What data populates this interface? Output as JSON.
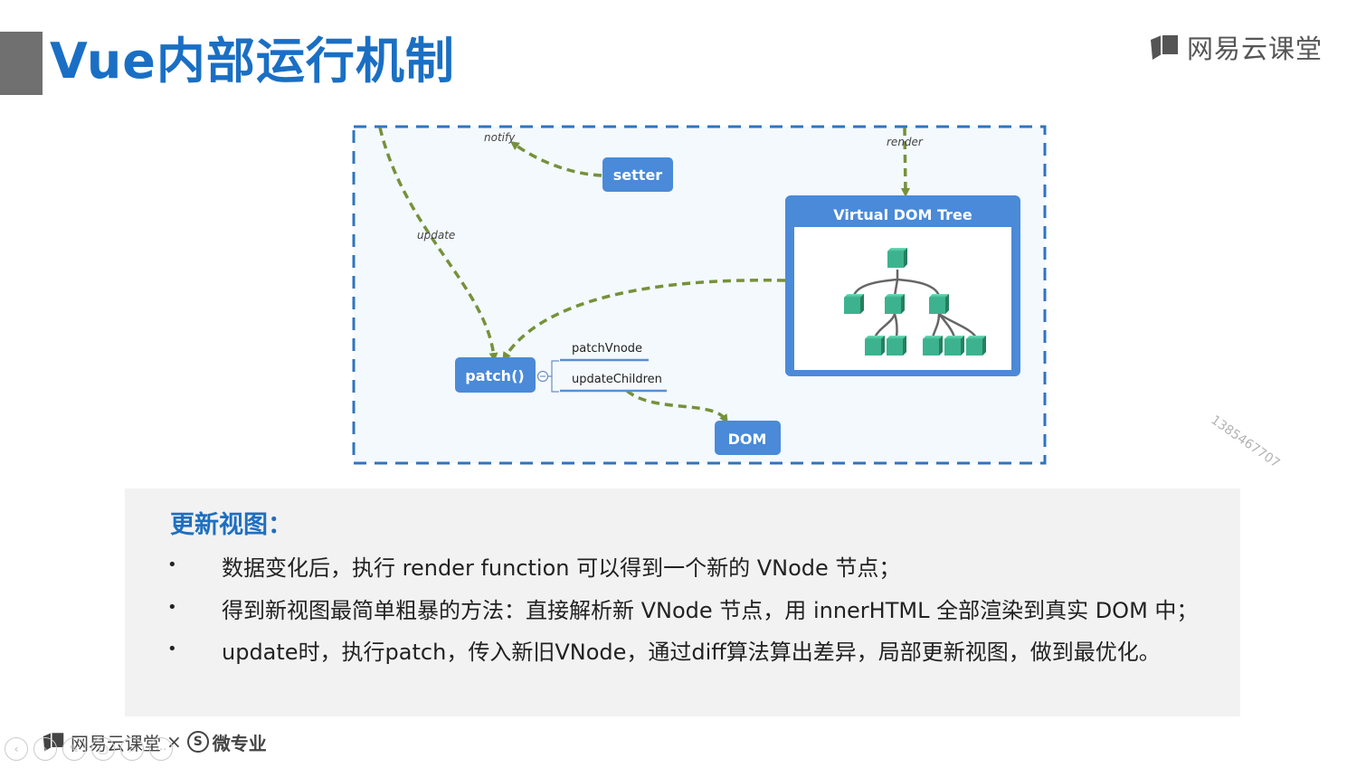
{
  "slide": {
    "title": "Vue内部运行机制"
  },
  "brand": {
    "logo_icon": "book-logo-icon",
    "text": "网易云课堂"
  },
  "diagram": {
    "nodes": {
      "setter": "setter",
      "vdom_title": "Virtual DOM Tree",
      "patch": "patch()",
      "dom": "DOM"
    },
    "edge_labels": {
      "notify": "notify",
      "update": "update",
      "render": "render"
    },
    "patch_children": {
      "item1": "patchVnode",
      "item2": "updateChildren"
    },
    "colors": {
      "border_dash": "#2f74c0",
      "area_bg": "#f4f9fd",
      "node_blue": "#4a8ad8",
      "arrow_green": "#76913a",
      "cube_green": "#3cb38e",
      "tree_line": "#666666"
    }
  },
  "watermark": "1385467707",
  "panel": {
    "title": "更新视图：",
    "bullets": [
      "数据变化后，执行 render function 可以得到一个新的 VNode 节点；",
      "得到新视图最简单粗暴的方法：直接解析新 VNode 节点，用 innerHTML 全部渲染到真实 DOM 中；",
      "update时，执行patch，传入新旧VNode，通过diff算法算出差异，局部更新视图，做到最优化。"
    ]
  },
  "footer": {
    "brand": "网易云课堂",
    "separator": "×",
    "s_icon": "S",
    "micro": "微专业"
  },
  "player": {
    "buttons": [
      "prev-icon",
      "next-icon",
      "pen-icon",
      "screen-icon",
      "zoom-icon",
      "more-icon"
    ]
  }
}
